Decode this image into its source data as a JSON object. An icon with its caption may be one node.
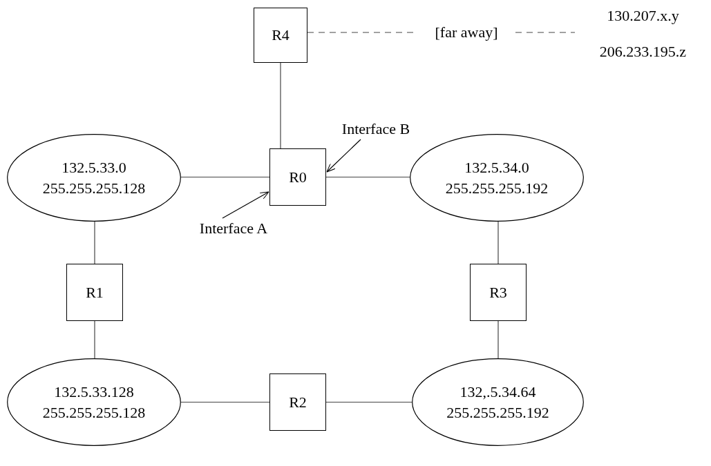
{
  "diagram": {
    "nodes": [
      {
        "text": [
          "R4"
        ]
      },
      {
        "text": [
          "[far away]"
        ]
      },
      {
        "text": [
          "130.207.x.y",
          "206.233.195.z"
        ]
      },
      {
        "text": [
          "132.5.33.0 255.255.255.128"
        ]
      },
      {
        "text": [
          "R0"
        ]
      },
      {
        "text": [
          "132.5.34.0 255.255.255.192"
        ]
      },
      {
        "text": [
          "Interface B"
        ]
      },
      {
        "text": [
          "Interface A"
        ]
      },
      {
        "text": [
          "R1"
        ]
      },
      {
        "text": [
          "R3"
        ]
      },
      {
        "text": [
          "132.5.33.128 255.255.255.128"
        ]
      },
      {
        "text": [
          "R2"
        ]
      },
      {
        "text": [
          "132,.5.34.64 255.255.255.192"
        ]
      }
    ],
    "edges": [
      {
        "from": 0,
        "to": 1,
        "arrow": "none",
        "style": "dashed"
      },
      {
        "from": 1,
        "to": 2,
        "arrow": "none",
        "style": "dashed"
      },
      {
        "from": 0,
        "to": 4,
        "arrow": "none"
      },
      {
        "from": 3,
        "to": 4,
        "arrow": "none"
      },
      {
        "from": 4,
        "to": 5,
        "arrow": "none"
      },
      {
        "from": 6,
        "to": 4,
        "arrow": "to"
      },
      {
        "from": 7,
        "to": 4,
        "arrow": "to"
      },
      {
        "from": 3,
        "to": 8,
        "arrow": "none"
      },
      {
        "from": 8,
        "to": 10,
        "arrow": "none"
      },
      {
        "from": 5,
        "to": 9,
        "arrow": "none"
      },
      {
        "from": 9,
        "to": 12,
        "arrow": "none"
      },
      {
        "from": 10,
        "to": 11,
        "arrow": "none"
      },
      {
        "from": 11,
        "to": 12,
        "arrow": "none"
      }
    ]
  }
}
